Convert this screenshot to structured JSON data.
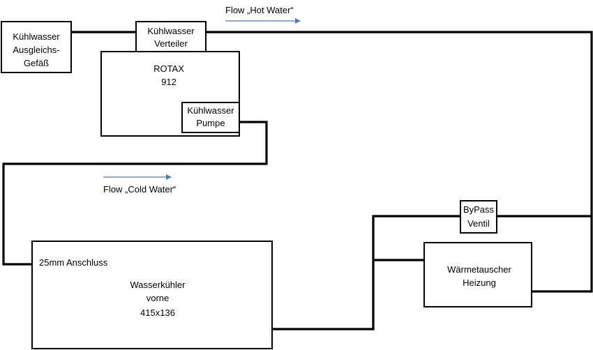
{
  "flow_labels": {
    "hot": "Flow „Hot Water“",
    "cold": "Flow „Cold Water“"
  },
  "boxes": {
    "ausgleich": [
      "Kühlwasser",
      "Ausgleichs-",
      "Gefäß"
    ],
    "verteiler": [
      "Kühlwasser",
      "Verteiler"
    ],
    "rotax": [
      "ROTAX",
      "912"
    ],
    "pumpe": [
      "Kühlwasser",
      "Pumpe"
    ],
    "bypass": [
      "ByPass",
      "Ventil"
    ],
    "waermetauscher": [
      "Wärmetauscher",
      "Heizung"
    ],
    "wasserkuehler": [
      "Wasserkühler",
      "vorne",
      "415x136"
    ]
  },
  "port_label": "25mm Anschluss",
  "colors": {
    "arrow": "#4a7ebb",
    "line": "#000000"
  }
}
